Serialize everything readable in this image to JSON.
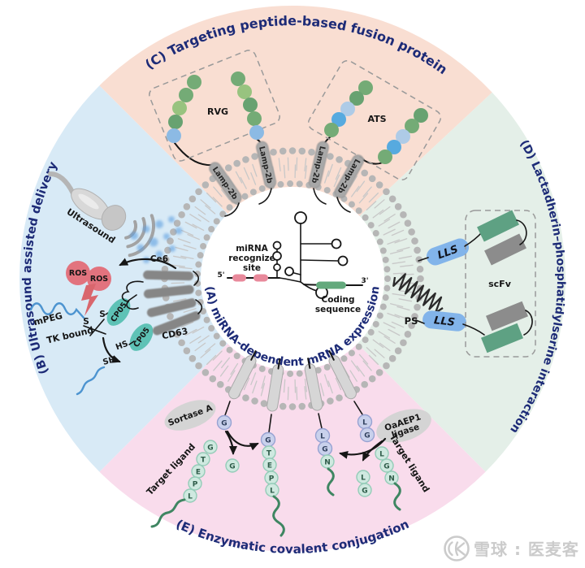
{
  "title_sections": {
    "a": "(A) miRNA-dependent mRNA expression",
    "b": "(B) Ultrasound assisted delivery",
    "c": "(C) Targeting peptide-based fusion protein",
    "d": "(D) Lactadherin–phosphatidylserine interaction",
    "e": "(E) Enzymatic covalent conjugation"
  },
  "colors": {
    "navy": "#1d2b77",
    "sector_b": "#d8eaf6",
    "sector_c": "#f9ded2",
    "sector_d": "#e4efe8",
    "sector_e": "#f9dcec",
    "ros": "#e2737e",
    "cp05": "#5ec2b6",
    "lls": "#82b4ea",
    "bead_teal": "#cfe9e0",
    "bead_lavender": "#c9d1ec",
    "mrna_site": "#e8899b",
    "coding_seq": "#63a97c",
    "squiggle_green": "#3f8662",
    "squiggle_blue": "#4d94d0",
    "ce6_dot": "#5d9fe0",
    "bolt": "#d9666d"
  },
  "center_mrna": {
    "five_prime": "5'",
    "three_prime": "3'",
    "site_line1": "miRNA",
    "site_line2": "recognize",
    "site_line3": "site",
    "coding_line1": "Coding",
    "coding_line2": "sequence"
  },
  "membrane": {
    "lamp2b": "Lamp-2b",
    "cd63": "CD63",
    "ps": "PS"
  },
  "ultrasound": {
    "device": "Ultrasound",
    "ce6": "Ce6",
    "ros": "ROS",
    "mpeg": "mPEG",
    "s_left": "S",
    "s_right": "S",
    "tk": "TK bound",
    "cp05": "CP05",
    "hs": "HS",
    "sh": "SH"
  },
  "targeting": {
    "rvg": "RVG",
    "ats": "ATS"
  },
  "lactadherin": {
    "lls": "LLS",
    "scfv": "scFv"
  },
  "enzymatic": {
    "sortase": "Sortase A",
    "ligase_line1": "OaAEP1",
    "ligase_line2": "ligase",
    "target_ligand": "Target ligand",
    "gtepl": [
      "G",
      "T",
      "E",
      "P",
      "L"
    ],
    "lgn": [
      "L",
      "G",
      "N"
    ]
  },
  "watermark": {
    "text": "雪球 : 医麦客"
  }
}
